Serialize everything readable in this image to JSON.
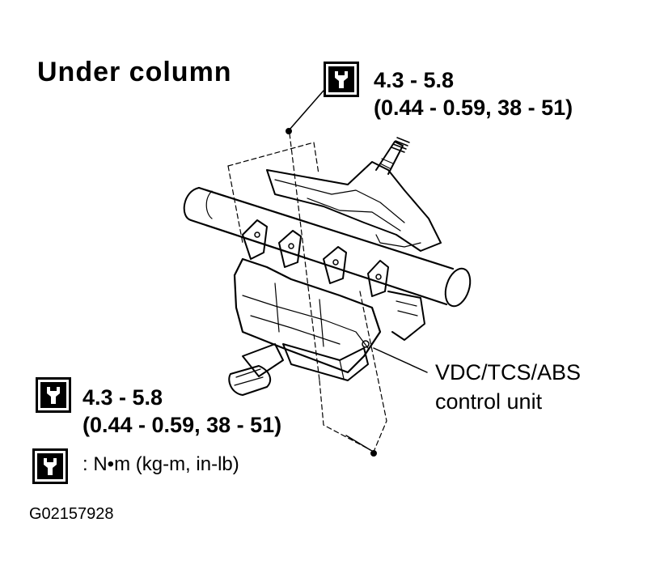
{
  "title": "Under column",
  "torque_top": {
    "line1": "4.3 - 5.8",
    "line2": "(0.44 - 0.59, 38 - 51)"
  },
  "torque_bottom": {
    "line1": "4.3 - 5.8",
    "line2": "(0.44 - 0.59, 38 - 51)"
  },
  "callout": {
    "line1": "VDC/TCS/ABS",
    "line2": "control unit"
  },
  "legend": {
    "text": ":  N•m  (kg-m,  in-lb)"
  },
  "figure_id": "G02157928",
  "icons": {
    "torque": "wrench-torque-icon"
  }
}
